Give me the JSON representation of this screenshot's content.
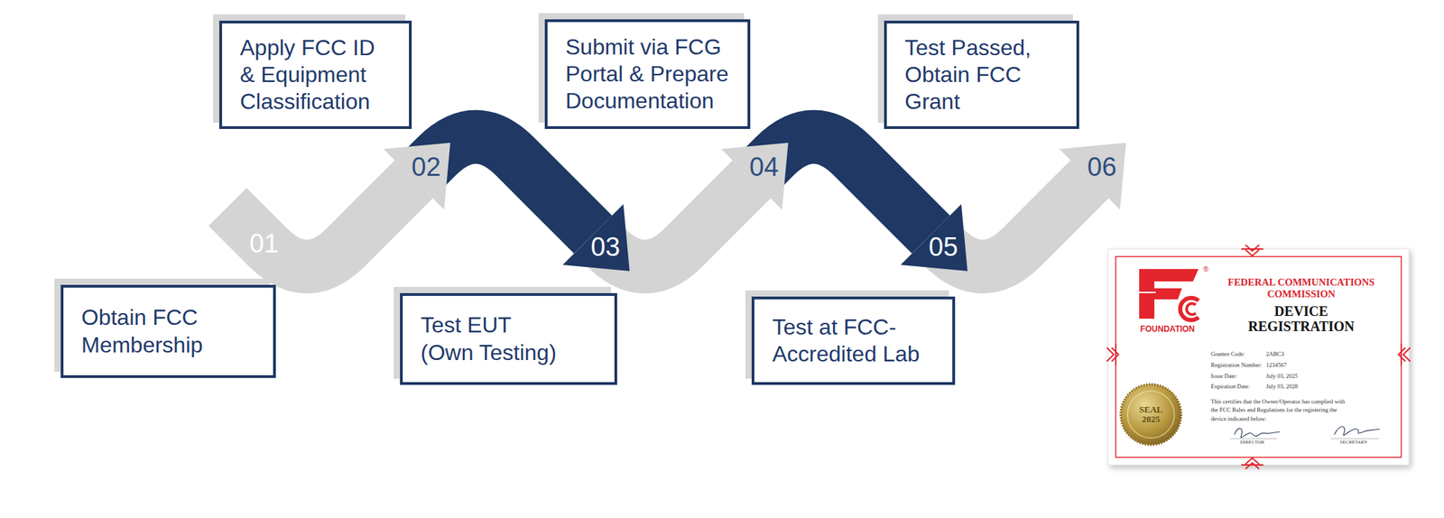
{
  "diagram": {
    "nodes": [
      {
        "text": [
          "Obtain FCC Membership"
        ]
      },
      {
        "text": [
          "Apply FCC ID & Equipment Classification"
        ]
      },
      {
        "text": [
          "Test EUT (Own Testing)"
        ]
      },
      {
        "text": [
          "Submit via FCG Portal & Prepare Documentation"
        ]
      },
      {
        "text": [
          "Test at FCC-Accredited Lab"
        ]
      },
      {
        "text": [
          "Test Passed, Obtain FCC Grant"
        ]
      },
      {
        "text": [
          "®",
          "FOUNDATION",
          "FEDERAL COMMUNICATIONS COMMISSION",
          "DEVICE REGISTRATION",
          "Grantee Code:",
          "2ABC3",
          "Registration Number:",
          "1234567",
          "Issue Date:",
          "July 03, 2025",
          "Expiration Date:",
          "July 03, 2028",
          "This certifies that the Owner/Operator has complied with the FCC Rules and Regulations for the registering the device indicated below:",
          "DIRECTOR",
          "SECRETARY"
        ]
      },
      {
        "text": [
          "SEAL 2025"
        ],
        "in": 6
      }
    ],
    "labels": [
      "01",
      "02",
      "03",
      "04",
      "05",
      "06"
    ]
  }
}
